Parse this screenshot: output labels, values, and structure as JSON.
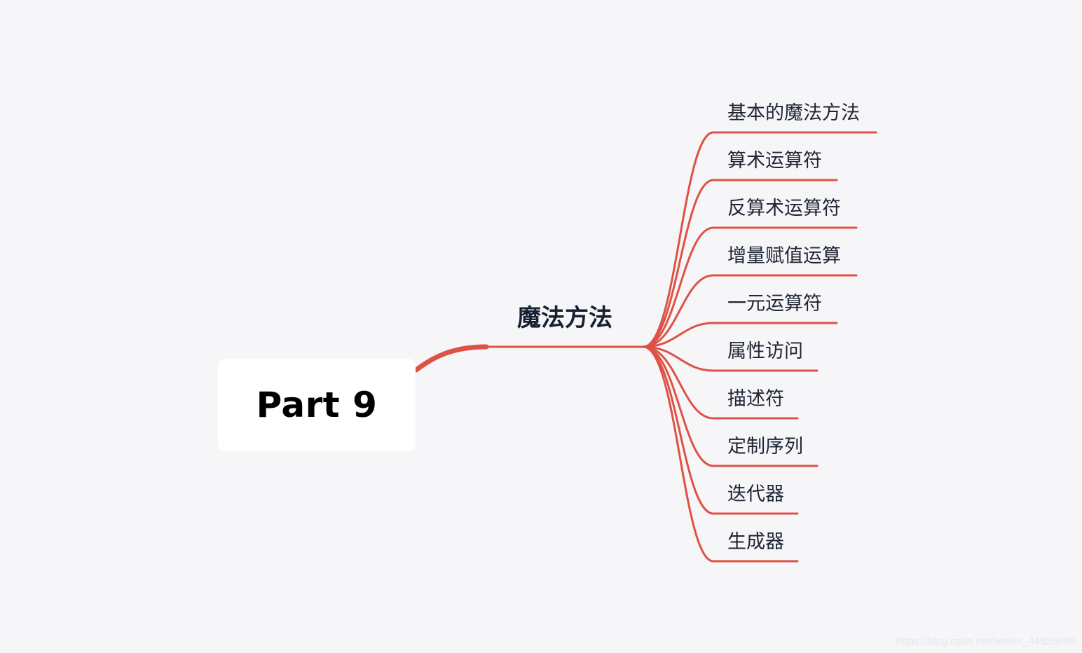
{
  "colors": {
    "background": "#f6f6f8",
    "branch": "#de5246",
    "root_card": "#ffffff",
    "root_text": "#000000",
    "topic_text": "#172134",
    "leaf_text": "#1d2433"
  },
  "root": {
    "title": "Part 9"
  },
  "main_topic": {
    "title": "魔法方法"
  },
  "subtopics": [
    "基本的魔法方法",
    "算术运算符",
    "反算术运算符",
    "增量赋值运算",
    "一元运算符",
    "属性访问",
    "描述符",
    "定制序列",
    "迭代器",
    "生成器"
  ],
  "watermark": "https://blog.csdn.net/weixin_44826890"
}
